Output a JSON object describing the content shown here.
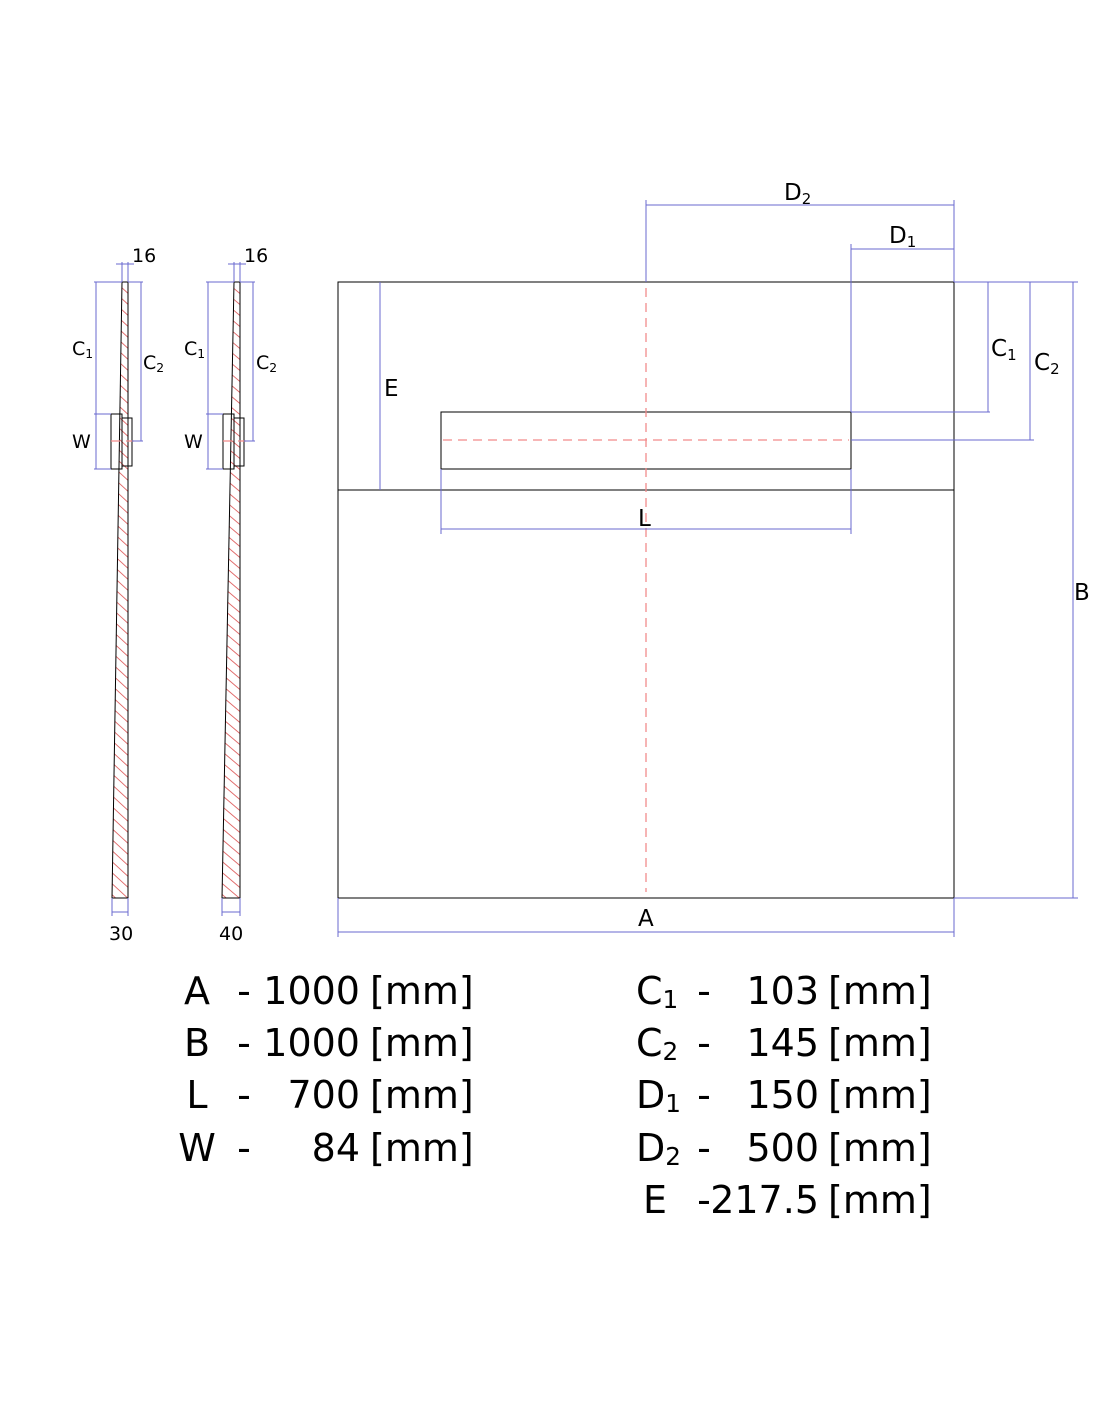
{
  "section_labels": {
    "c1": [
      "C",
      "1"
    ],
    "c2": [
      "C",
      "2"
    ],
    "w": "W",
    "top_thickness": "16",
    "base_left": "30",
    "base_right": "40"
  },
  "plan_labels": {
    "d2": [
      "D",
      "2"
    ],
    "d1": [
      "D",
      "1"
    ],
    "c1": [
      "C",
      "1"
    ],
    "c2": [
      "C",
      "2"
    ],
    "e": "E",
    "l": "L",
    "a": "A",
    "b": "B"
  },
  "dimensions_left": [
    {
      "letter": "A",
      "dash": "-",
      "value": "1000",
      "unit": "[mm]"
    },
    {
      "letter": "B",
      "dash": "-",
      "value": "1000",
      "unit": "[mm]"
    },
    {
      "letter": "L",
      "dash": "-",
      "value": "700",
      "unit": "[mm]"
    },
    {
      "letter": "W",
      "dash": "-",
      "value": "84",
      "unit": "[mm]"
    }
  ],
  "dimensions_right": [
    {
      "letter": "C",
      "sub": "1",
      "dash": "-",
      "value": "103",
      "unit": "[mm]"
    },
    {
      "letter": "C",
      "sub": "2",
      "dash": "-",
      "value": "145",
      "unit": "[mm]"
    },
    {
      "letter": "D",
      "sub": "1",
      "dash": "-",
      "value": "150",
      "unit": "[mm]"
    },
    {
      "letter": "D",
      "sub": "2",
      "dash": "-",
      "value": "500",
      "unit": "[mm]"
    },
    {
      "letter": "E",
      "sub": "",
      "dash": "-",
      "value": "217.5",
      "unit": "[mm]"
    }
  ]
}
